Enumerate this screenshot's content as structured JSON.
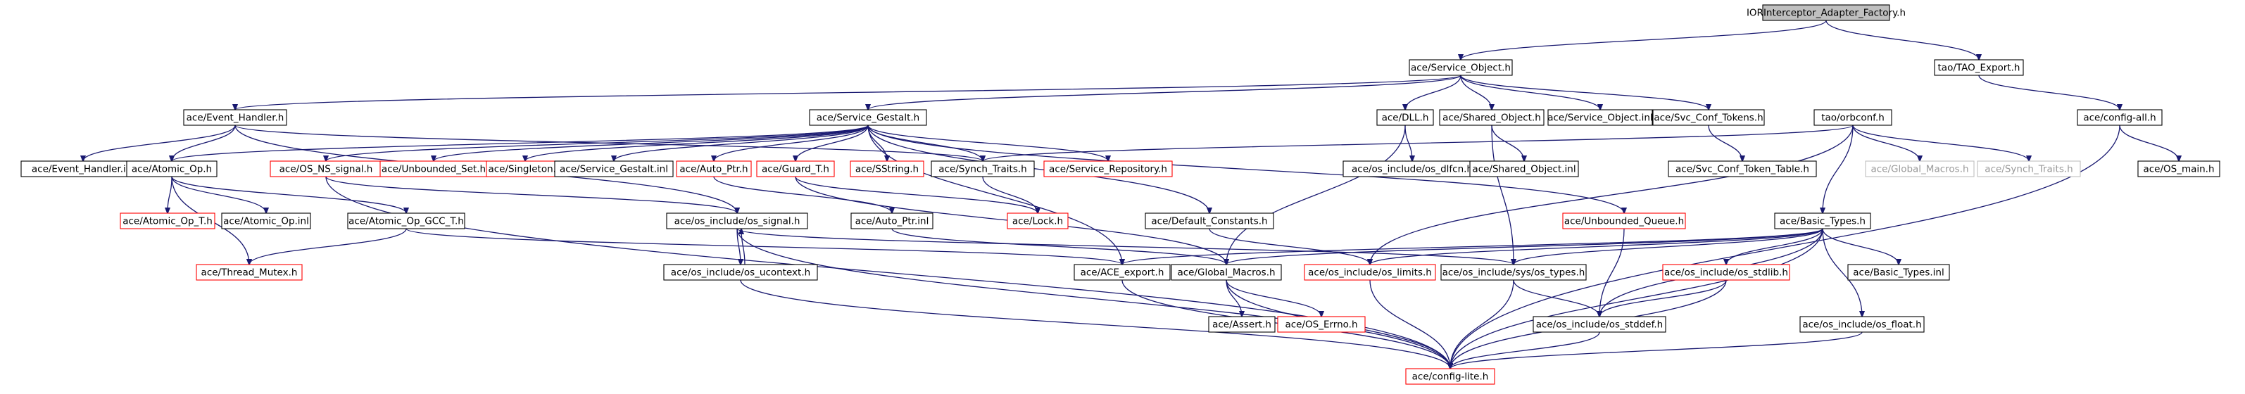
{
  "graph": {
    "colors": {
      "edge": "#191970",
      "root_fill": "#bfbfbf",
      "complete": "#000000",
      "incomplete": "#ff0000",
      "external": "#bfbfbf"
    },
    "nodes": [
      {
        "id": "root",
        "label": "IORInterceptor_Adapter_Factory.h",
        "style": "root"
      },
      {
        "id": "svcobj",
        "label": "ace/Service_Object.h",
        "style": "black"
      },
      {
        "id": "taoexp",
        "label": "tao/TAO_Export.h",
        "style": "black"
      },
      {
        "id": "evh",
        "label": "ace/Event_Handler.h",
        "style": "black"
      },
      {
        "id": "svcgest",
        "label": "ace/Service_Gestalt.h",
        "style": "black"
      },
      {
        "id": "dll",
        "label": "ace/DLL.h",
        "style": "black"
      },
      {
        "id": "sharedobj",
        "label": "ace/Shared_Object.h",
        "style": "black"
      },
      {
        "id": "svcobjinl",
        "label": "ace/Service_Object.inl",
        "style": "black"
      },
      {
        "id": "svcconf",
        "label": "ace/Svc_Conf_Tokens.h",
        "style": "black"
      },
      {
        "id": "orbconf",
        "label": "tao/orbconf.h",
        "style": "black"
      },
      {
        "id": "configall",
        "label": "ace/config-all.h",
        "style": "black"
      },
      {
        "id": "evhinl",
        "label": "ace/Event_Handler.inl",
        "style": "black"
      },
      {
        "id": "atomicop",
        "label": "ace/Atomic_Op.h",
        "style": "black"
      },
      {
        "id": "osnssig",
        "label": "ace/OS_NS_signal.h",
        "style": "red"
      },
      {
        "id": "unbset",
        "label": "ace/Unbounded_Set.h",
        "style": "red"
      },
      {
        "id": "singleton",
        "label": "ace/Singleton.h",
        "style": "red"
      },
      {
        "id": "svcgestinl",
        "label": "ace/Service_Gestalt.inl",
        "style": "black"
      },
      {
        "id": "autoptr",
        "label": "ace/Auto_Ptr.h",
        "style": "red"
      },
      {
        "id": "guardt",
        "label": "ace/Guard_T.h",
        "style": "red"
      },
      {
        "id": "sstring",
        "label": "ace/SString.h",
        "style": "red"
      },
      {
        "id": "synchtraits",
        "label": "ace/Synch_Traits.h",
        "style": "black"
      },
      {
        "id": "svcrepo",
        "label": "ace/Service_Repository.h",
        "style": "red"
      },
      {
        "id": "osdlfcn",
        "label": "ace/os_include/os_dlfcn.h",
        "style": "black"
      },
      {
        "id": "sharedobjinl",
        "label": "ace/Shared_Object.inl",
        "style": "black"
      },
      {
        "id": "svcconftable",
        "label": "ace/Svc_Conf_Token_Table.h",
        "style": "black"
      },
      {
        "id": "globalmacros_ext",
        "label": "ace/Global_Macros.h",
        "style": "gray"
      },
      {
        "id": "synchtraits_ext",
        "label": "ace/Synch_Traits.h",
        "style": "gray"
      },
      {
        "id": "osmain",
        "label": "ace/OS_main.h",
        "style": "black"
      },
      {
        "id": "atomicopt",
        "label": "ace/Atomic_Op_T.h",
        "style": "red"
      },
      {
        "id": "atomicopinl",
        "label": "ace/Atomic_Op.inl",
        "style": "black"
      },
      {
        "id": "atomicopgcc",
        "label": "ace/Atomic_Op_GCC_T.h",
        "style": "black"
      },
      {
        "id": "ossignal",
        "label": "ace/os_include/os_signal.h",
        "style": "black"
      },
      {
        "id": "autoptrinl",
        "label": "ace/Auto_Ptr.inl",
        "style": "black"
      },
      {
        "id": "lock",
        "label": "ace/Lock.h",
        "style": "red"
      },
      {
        "id": "defconst",
        "label": "ace/Default_Constants.h",
        "style": "black"
      },
      {
        "id": "unbqueue",
        "label": "ace/Unbounded_Queue.h",
        "style": "red"
      },
      {
        "id": "basictypes",
        "label": "ace/Basic_Types.h",
        "style": "black"
      },
      {
        "id": "threadmutex",
        "label": "ace/Thread_Mutex.h",
        "style": "red"
      },
      {
        "id": "osucontext",
        "label": "ace/os_include/os_ucontext.h",
        "style": "black"
      },
      {
        "id": "aceexport",
        "label": "ace/ACE_export.h",
        "style": "black"
      },
      {
        "id": "globalmacros",
        "label": "ace/Global_Macros.h",
        "style": "black"
      },
      {
        "id": "oslimits",
        "label": "ace/os_include/os_limits.h",
        "style": "red"
      },
      {
        "id": "ostypes",
        "label": "ace/os_include/sys/os_types.h",
        "style": "black"
      },
      {
        "id": "osstdlib",
        "label": "ace/os_include/os_stdlib.h",
        "style": "red"
      },
      {
        "id": "basictypesinl",
        "label": "ace/Basic_Types.inl",
        "style": "black"
      },
      {
        "id": "assert",
        "label": "ace/Assert.h",
        "style": "black"
      },
      {
        "id": "oserrno",
        "label": "ace/OS_Errno.h",
        "style": "red"
      },
      {
        "id": "osstddef",
        "label": "ace/os_include/os_stddef.h",
        "style": "black"
      },
      {
        "id": "osfloat",
        "label": "ace/os_include/os_float.h",
        "style": "black"
      },
      {
        "id": "configlite",
        "label": "ace/config-lite.h",
        "style": "red"
      }
    ],
    "edges": [
      [
        "root",
        "svcobj"
      ],
      [
        "root",
        "taoexp"
      ],
      [
        "svcobj",
        "evh"
      ],
      [
        "svcobj",
        "svcgest"
      ],
      [
        "svcobj",
        "dll"
      ],
      [
        "svcobj",
        "sharedobj"
      ],
      [
        "svcobj",
        "svcobjinl"
      ],
      [
        "svcobj",
        "svcconf"
      ],
      [
        "taoexp",
        "configall"
      ],
      [
        "evh",
        "evhinl"
      ],
      [
        "evh",
        "atomicop"
      ],
      [
        "evh",
        "synchtraits"
      ],
      [
        "evh",
        "ossignal"
      ],
      [
        "svcgest",
        "atomicop"
      ],
      [
        "svcgest",
        "osnssig"
      ],
      [
        "svcgest",
        "unbset"
      ],
      [
        "svcgest",
        "singleton"
      ],
      [
        "svcgest",
        "svcgestinl"
      ],
      [
        "svcgest",
        "autoptr"
      ],
      [
        "svcgest",
        "guardt"
      ],
      [
        "svcgest",
        "sstring"
      ],
      [
        "svcgest",
        "synchtraits"
      ],
      [
        "svcgest",
        "svcrepo"
      ],
      [
        "svcgest",
        "defconst"
      ],
      [
        "svcgest",
        "unbqueue"
      ],
      [
        "svcgest",
        "aceexport"
      ],
      [
        "dll",
        "osdlfcn"
      ],
      [
        "dll",
        "globalmacros"
      ],
      [
        "sharedobj",
        "sharedobjinl"
      ],
      [
        "sharedobj",
        "ostypes"
      ],
      [
        "svcconf",
        "svcconftable"
      ],
      [
        "orbconf",
        "synchtraits"
      ],
      [
        "orbconf",
        "globalmacros_ext"
      ],
      [
        "orbconf",
        "synchtraits_ext"
      ],
      [
        "orbconf",
        "basictypes"
      ],
      [
        "orbconf",
        "oslimits"
      ],
      [
        "configall",
        "osmain"
      ],
      [
        "configall",
        "configlite"
      ],
      [
        "atomicop",
        "atomicopt"
      ],
      [
        "atomicop",
        "atomicopinl"
      ],
      [
        "atomicop",
        "atomicopgcc"
      ],
      [
        "atomicop",
        "threadmutex"
      ],
      [
        "osnssig",
        "ossignal"
      ],
      [
        "osnssig",
        "configlite"
      ],
      [
        "atomicopgcc",
        "threadmutex"
      ],
      [
        "atomicopgcc",
        "aceexport"
      ],
      [
        "ossignal",
        "osucontext"
      ],
      [
        "ossignal",
        "configlite"
      ],
      [
        "ossignal",
        "ostypes"
      ],
      [
        "osucontext",
        "ossignal"
      ],
      [
        "osucontext",
        "configlite"
      ],
      [
        "autoptr",
        "autoptrinl"
      ],
      [
        "autoptrinl",
        "globalmacros"
      ],
      [
        "guardt",
        "lock"
      ],
      [
        "guardt",
        "globalmacros"
      ],
      [
        "synchtraits",
        "lock"
      ],
      [
        "defconst",
        "oslimits"
      ],
      [
        "unbqueue",
        "osstddef"
      ],
      [
        "basictypes",
        "aceexport"
      ],
      [
        "basictypes",
        "globalmacros"
      ],
      [
        "basictypes",
        "oslimits"
      ],
      [
        "basictypes",
        "ostypes"
      ],
      [
        "basictypes",
        "osstdlib"
      ],
      [
        "basictypes",
        "basictypesinl"
      ],
      [
        "basictypes",
        "osfloat"
      ],
      [
        "basictypes",
        "osstddef"
      ],
      [
        "basictypes",
        "configlite"
      ],
      [
        "aceexport",
        "configlite"
      ],
      [
        "globalmacros",
        "assert"
      ],
      [
        "globalmacros",
        "oserrno"
      ],
      [
        "globalmacros",
        "configlite"
      ],
      [
        "oslimits",
        "configlite"
      ],
      [
        "ostypes",
        "osstddef"
      ],
      [
        "ostypes",
        "configlite"
      ],
      [
        "osstdlib",
        "osstddef"
      ],
      [
        "osstdlib",
        "configlite"
      ],
      [
        "osstddef",
        "configlite"
      ],
      [
        "osfloat",
        "configlite"
      ]
    ]
  }
}
